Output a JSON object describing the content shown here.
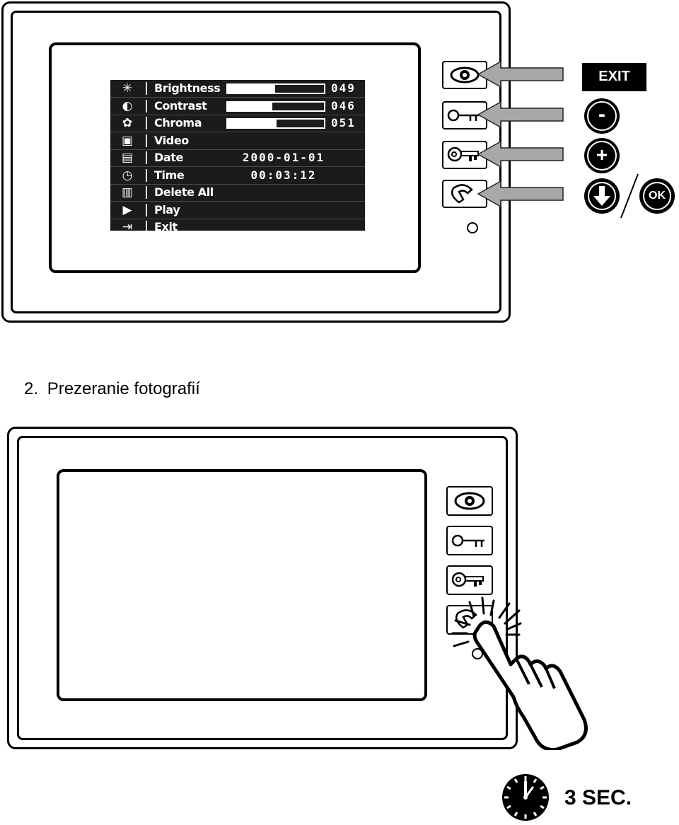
{
  "osd": {
    "rows": [
      {
        "icon": "brightness-icon",
        "glyph": "✳",
        "label": "Brightness",
        "value": "049",
        "level": 0.49
      },
      {
        "icon": "contrast-icon",
        "glyph": "◐",
        "label": "Contrast",
        "value": "046",
        "level": 0.46
      },
      {
        "icon": "chroma-icon",
        "glyph": "✿",
        "label": "Chroma",
        "value": "051",
        "level": 0.51
      },
      {
        "icon": "video-camera-icon",
        "glyph": "▣",
        "label": "Video"
      },
      {
        "icon": "calendar-icon",
        "glyph": "▤",
        "label": "Date",
        "value": "2000-01-01"
      },
      {
        "icon": "clock-icon",
        "glyph": "◷",
        "label": "Time",
        "value": "00:03:12"
      },
      {
        "icon": "trash-icon",
        "glyph": "▥",
        "label": "Delete All"
      },
      {
        "icon": "play-icon",
        "glyph": "▶",
        "label": "Play"
      },
      {
        "icon": "exit-icon",
        "glyph": "⇥",
        "label": "Exit"
      }
    ]
  },
  "legend": {
    "exit_label": "EXIT",
    "minus_label": "-",
    "plus_label": "+",
    "ok_label": "OK"
  },
  "section": {
    "number": "2.",
    "title": "Prezeranie fotografií"
  },
  "footer": {
    "duration_label": "3 SEC."
  },
  "colors": {
    "arrow_gray": "#a8a8a8",
    "osd_background": "#1b1b1b"
  }
}
